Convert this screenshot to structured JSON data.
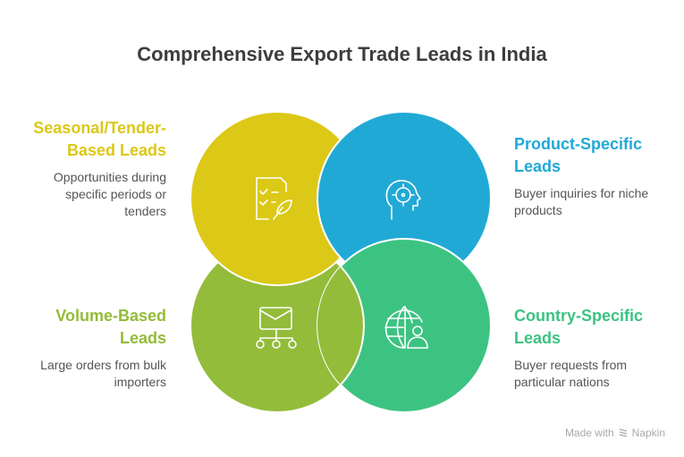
{
  "title": "Comprehensive Export Trade Leads in India",
  "items": [
    {
      "title_line1": "Seasonal/Tender-",
      "title_line2": "Based Leads",
      "desc_line1": "Opportunities during",
      "desc_line2": "specific periods or",
      "desc_line3": "tenders",
      "color": "#DCC817",
      "icon": "checklist-quill-icon"
    },
    {
      "title_line1": "Product-Specific",
      "title_line2": "Leads",
      "desc_line1": "Buyer inquiries for niche",
      "desc_line2": "products",
      "desc_line3": "",
      "color": "#21A9D6",
      "icon": "head-target-icon"
    },
    {
      "title_line1": "Volume-Based",
      "title_line2": "Leads",
      "desc_line1": "Large orders from bulk",
      "desc_line2": "importers",
      "desc_line3": "",
      "color": "#93BC3A",
      "icon": "mail-network-icon"
    },
    {
      "title_line1": "Country-Specific",
      "title_line2": "Leads",
      "desc_line1": "Buyer requests from",
      "desc_line2": "particular nations",
      "desc_line3": "",
      "color": "#3CC382",
      "icon": "globe-user-icon"
    }
  ],
  "footer": {
    "made_with": "Made with",
    "brand": "Napkin"
  }
}
